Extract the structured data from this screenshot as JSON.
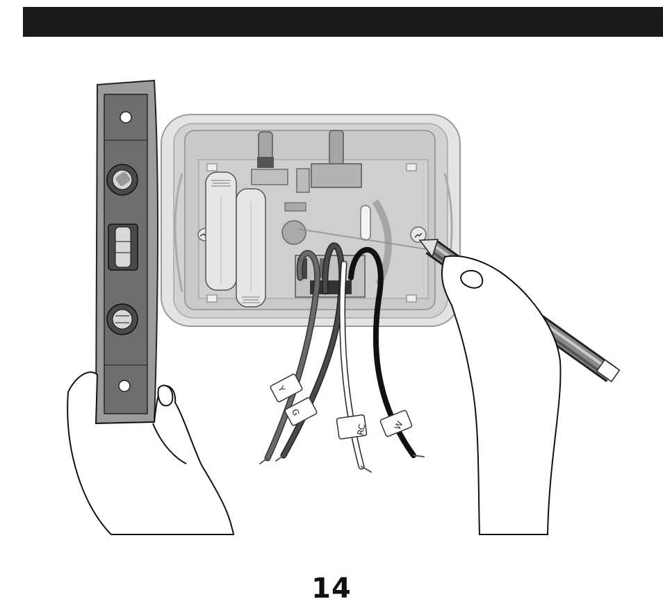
{
  "page": {
    "number": "14"
  },
  "illustration": {
    "wire_labels": {
      "y": "Y",
      "g": "G",
      "rc": "RC",
      "w": "W"
    },
    "colors": {
      "plate": "#dcdcdc",
      "level_body": "#6e6e6e",
      "wire_y": "#555555",
      "wire_g": "#3a3a3a",
      "wire_rc": "#ffffff",
      "wire_w": "#111111"
    }
  }
}
